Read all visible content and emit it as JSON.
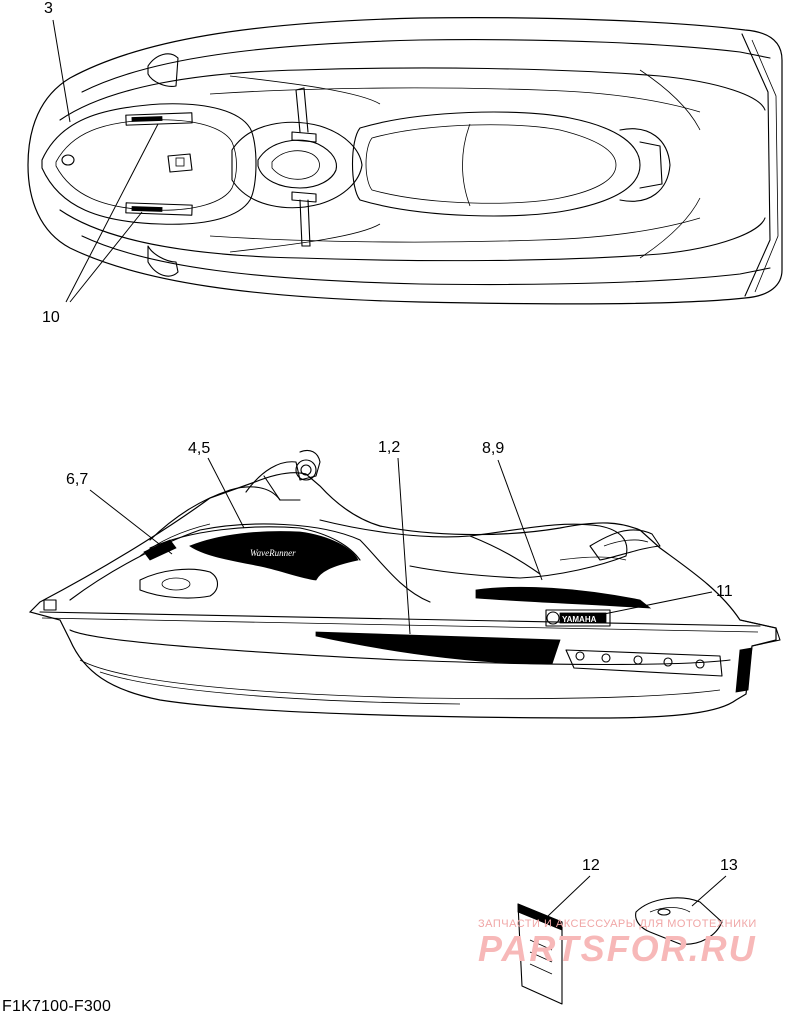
{
  "diagram": {
    "callouts": {
      "c3": "3",
      "c10": "10",
      "c45": "4,5",
      "c12_side": "1,2",
      "c89": "8,9",
      "c67": "6,7",
      "c11": "11",
      "c12": "12",
      "c13": "13"
    },
    "decals": {
      "side_logo": "WaveRunner",
      "brand_logo": "YAMAHA"
    },
    "diagram_code": "F1K7100-F300"
  },
  "watermark": {
    "subtitle": "ЗАПЧАСТИ И АКСЕССУАРЫ ДЛЯ МОТОТЕХНИКИ",
    "site": "PARTSFOR.RU"
  }
}
